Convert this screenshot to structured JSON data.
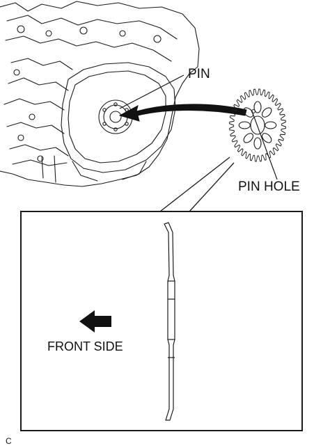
{
  "labels": {
    "pin": "PIN",
    "pin_hole": "PIN HOLE",
    "front_side": "FRONT SIDE",
    "corner_code": "C"
  },
  "colors": {
    "line": "#1a1a1a",
    "background": "#ffffff"
  },
  "icons": {
    "front_arrow": "left-arrow-icon",
    "gear": "gear-icon",
    "engine": "engine-block-illustration"
  }
}
